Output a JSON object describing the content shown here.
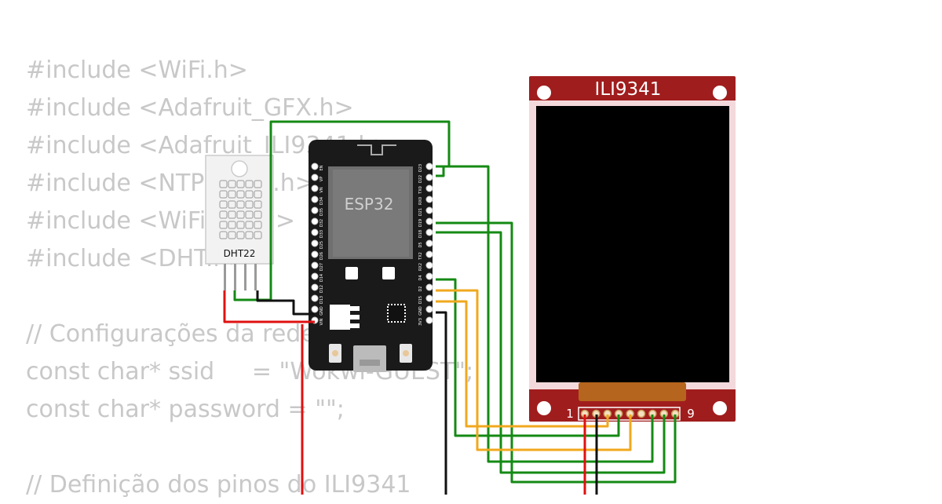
{
  "code_lines": [
    "#include <WiFi.h>",
    "#include <Adafruit_GFX.h>",
    "#include <Adafruit_ILI9341.h>",
    "#include <NTPClient.h>",
    "#include <WiFiUdp.h>",
    "#include <DHT.h>",
    "",
    "// Configurações da rede",
    "const char* ssid     = \"Wokwi-GUEST\";",
    "const char* password = \"\";",
    "",
    "// Definição dos pinos do ILI9341"
  ],
  "esp32": {
    "label": "ESP32",
    "left_pins": [
      "EN",
      "VP",
      "VN",
      "D34",
      "D35",
      "D32",
      "D33",
      "D25",
      "D26",
      "D27",
      "D14",
      "D12",
      "D13",
      "GND",
      "VIN"
    ],
    "right_pins": [
      "D23",
      "D22",
      "TX0",
      "RX0",
      "D21",
      "D19",
      "D18",
      "D5",
      "TX2",
      "RX2",
      "D4",
      "D2",
      "D15",
      "GND",
      "3V3"
    ]
  },
  "dht": {
    "label": "DHT22"
  },
  "display": {
    "label": "ILI9341",
    "pin_first": "1",
    "pin_last": "9"
  },
  "colors": {
    "board": "#1a1a1a",
    "pcb_red": "#a01d1d",
    "wire_green": "#148a14",
    "wire_yellow": "#f0a81e",
    "wire_red": "#e01010",
    "wire_black": "#111111"
  }
}
